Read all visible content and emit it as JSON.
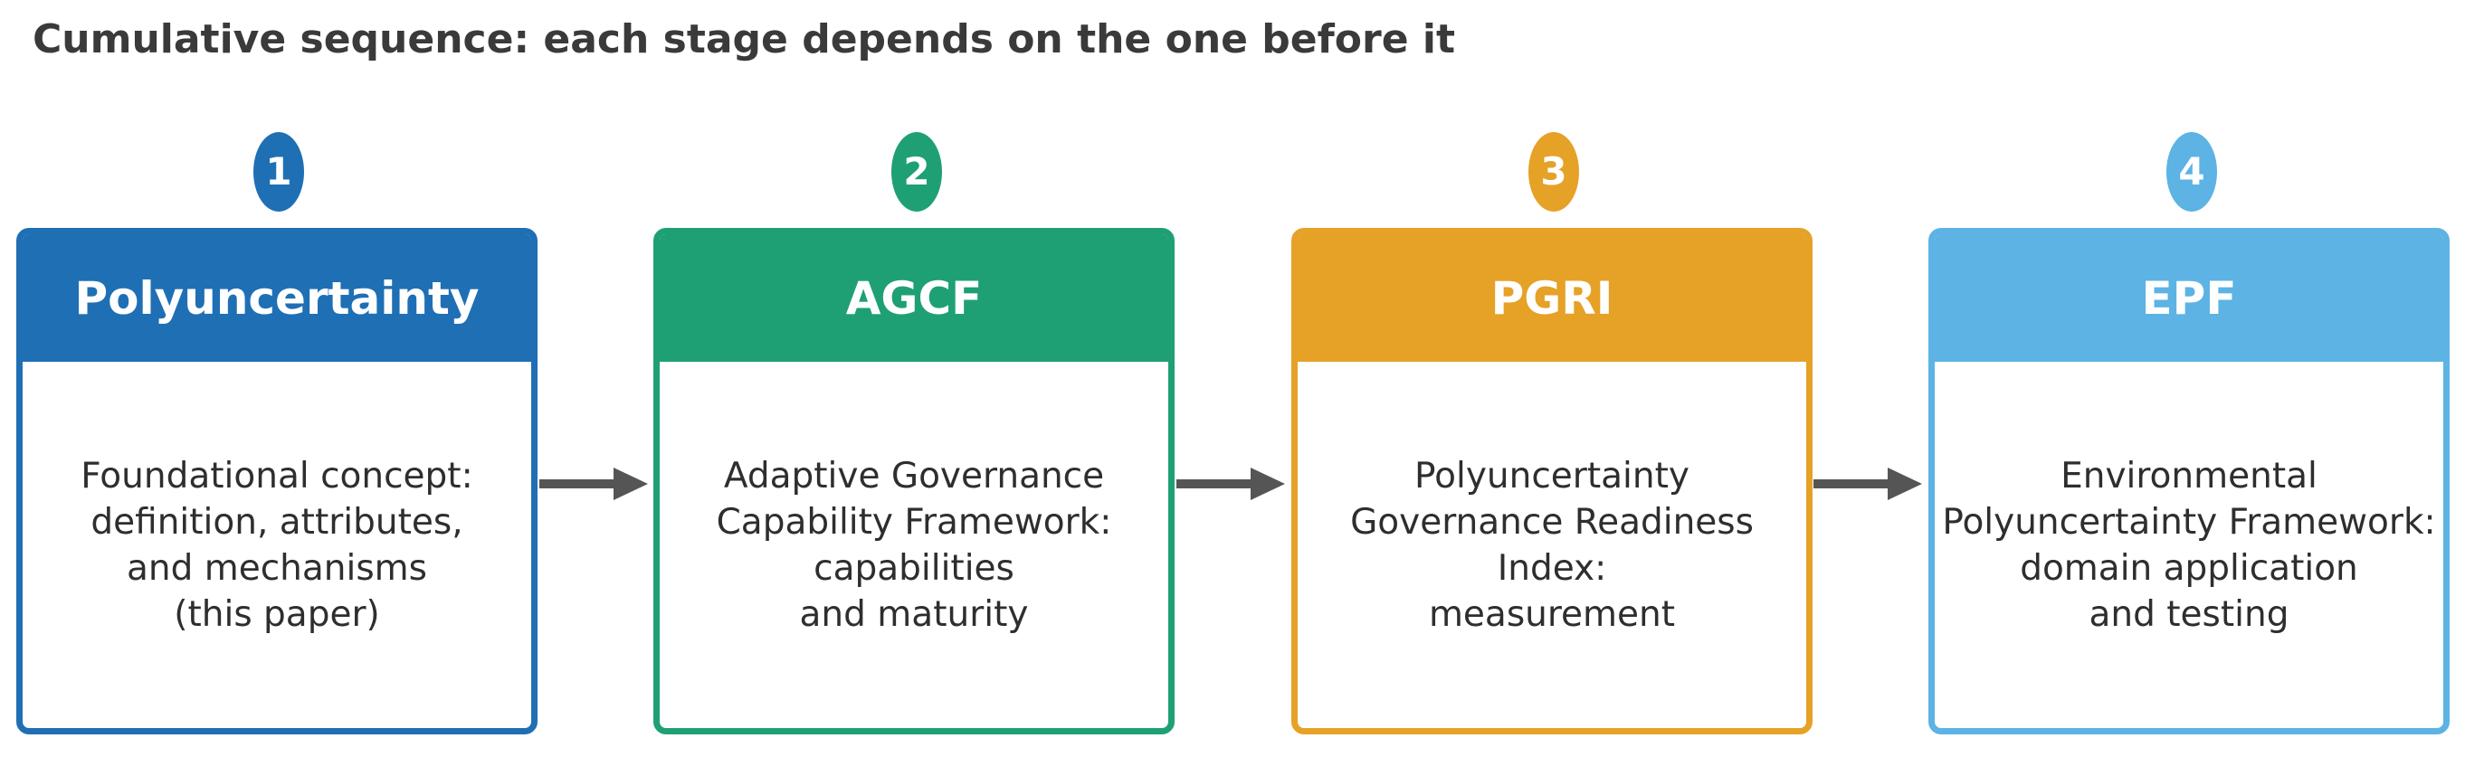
{
  "title": "Cumulative sequence: each stage depends on the one before it",
  "colors": {
    "stage1": "#1f6fb5",
    "stage2": "#1fa074",
    "stage3": "#e6a127",
    "stage4": "#5cb3e4",
    "arrow": "#555555",
    "title_text": "#3a3a3a"
  },
  "stages": [
    {
      "number": "1",
      "title": "Polyuncertainty",
      "lines": [
        "Foundational concept:",
        "definition, attributes,",
        "and mechanisms",
        "(this paper)"
      ]
    },
    {
      "number": "2",
      "title": "AGCF",
      "lines": [
        "Adaptive Governance",
        "Capability Framework:",
        "capabilities",
        "and maturity"
      ]
    },
    {
      "number": "3",
      "title": "PGRI",
      "lines": [
        "Polyuncertainty",
        "Governance Readiness",
        "Index:",
        "measurement"
      ]
    },
    {
      "number": "4",
      "title": "EPF",
      "lines": [
        "Environmental",
        "Polyuncertainty Framework:",
        "domain application",
        "and testing"
      ]
    }
  ]
}
